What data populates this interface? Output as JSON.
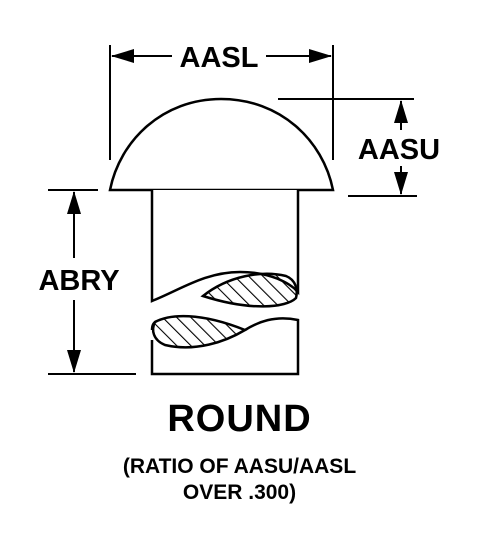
{
  "labels": {
    "head_diameter": "AASL",
    "head_height": "AASU",
    "shank_length": "ABRY"
  },
  "caption": {
    "title": "ROUND",
    "line1": "(RATIO OF AASU/AASL",
    "line2": "OVER .300)"
  },
  "colors": {
    "ink": "#000000",
    "paper": "#ffffff"
  }
}
